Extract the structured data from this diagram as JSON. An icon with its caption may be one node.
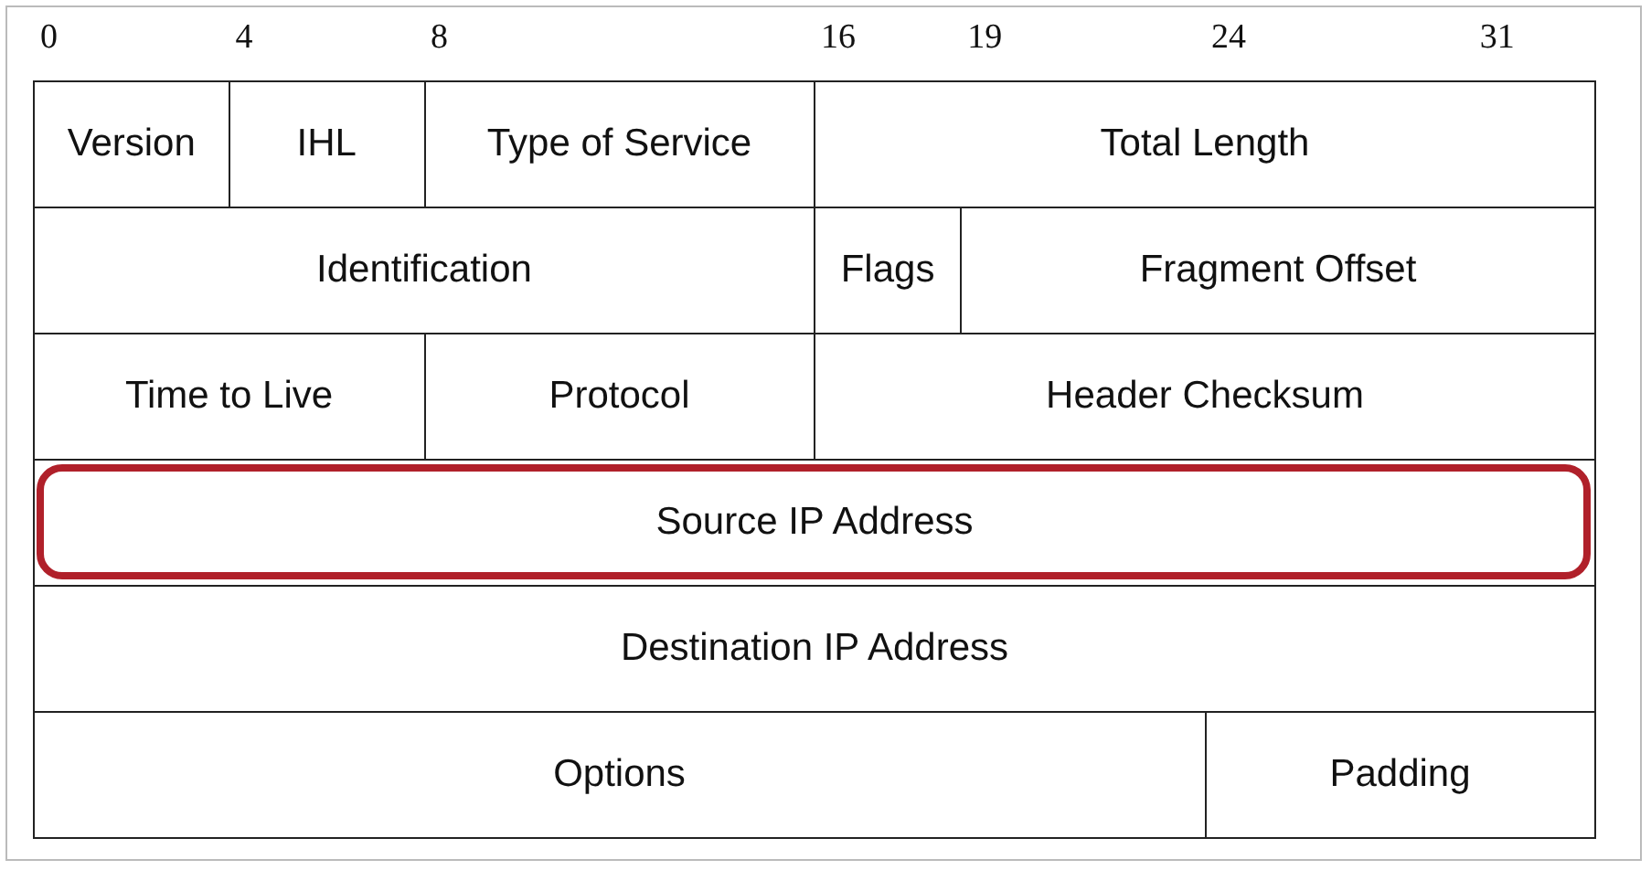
{
  "diagram": {
    "labels": [
      "0",
      "4",
      "8",
      "16",
      "19",
      "24",
      "31",
      "Version",
      "IHL",
      "Type of Service",
      "Total Length",
      "Identification",
      "Flags",
      "Fragment Offset",
      "Time to Live",
      "Protocol",
      "Header Checksum",
      "Source IP Address",
      "Destination IP Address",
      "Options",
      "Padding"
    ]
  }
}
